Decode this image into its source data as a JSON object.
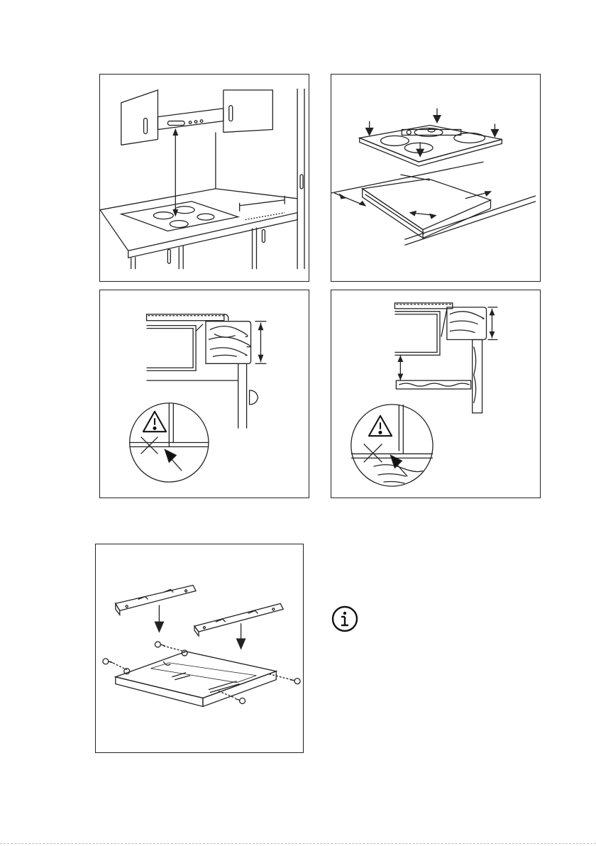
{
  "figures": [
    {
      "id": "fig1",
      "subject": "hood-above-hob"
    },
    {
      "id": "fig2",
      "subject": "hob-into-cutout"
    },
    {
      "id": "fig3",
      "subject": "worktop-section-drawer"
    },
    {
      "id": "fig4",
      "subject": "worktop-section-shelf"
    },
    {
      "id": "fig5",
      "subject": "mounting-brackets-screws"
    }
  ],
  "icons": {
    "warning": "warning-triangle-icon",
    "prohibited": "cross-icon",
    "info": "info-icon"
  },
  "colors": {
    "line": "#222222",
    "fill": "#ffffff",
    "accent": "#111111"
  }
}
